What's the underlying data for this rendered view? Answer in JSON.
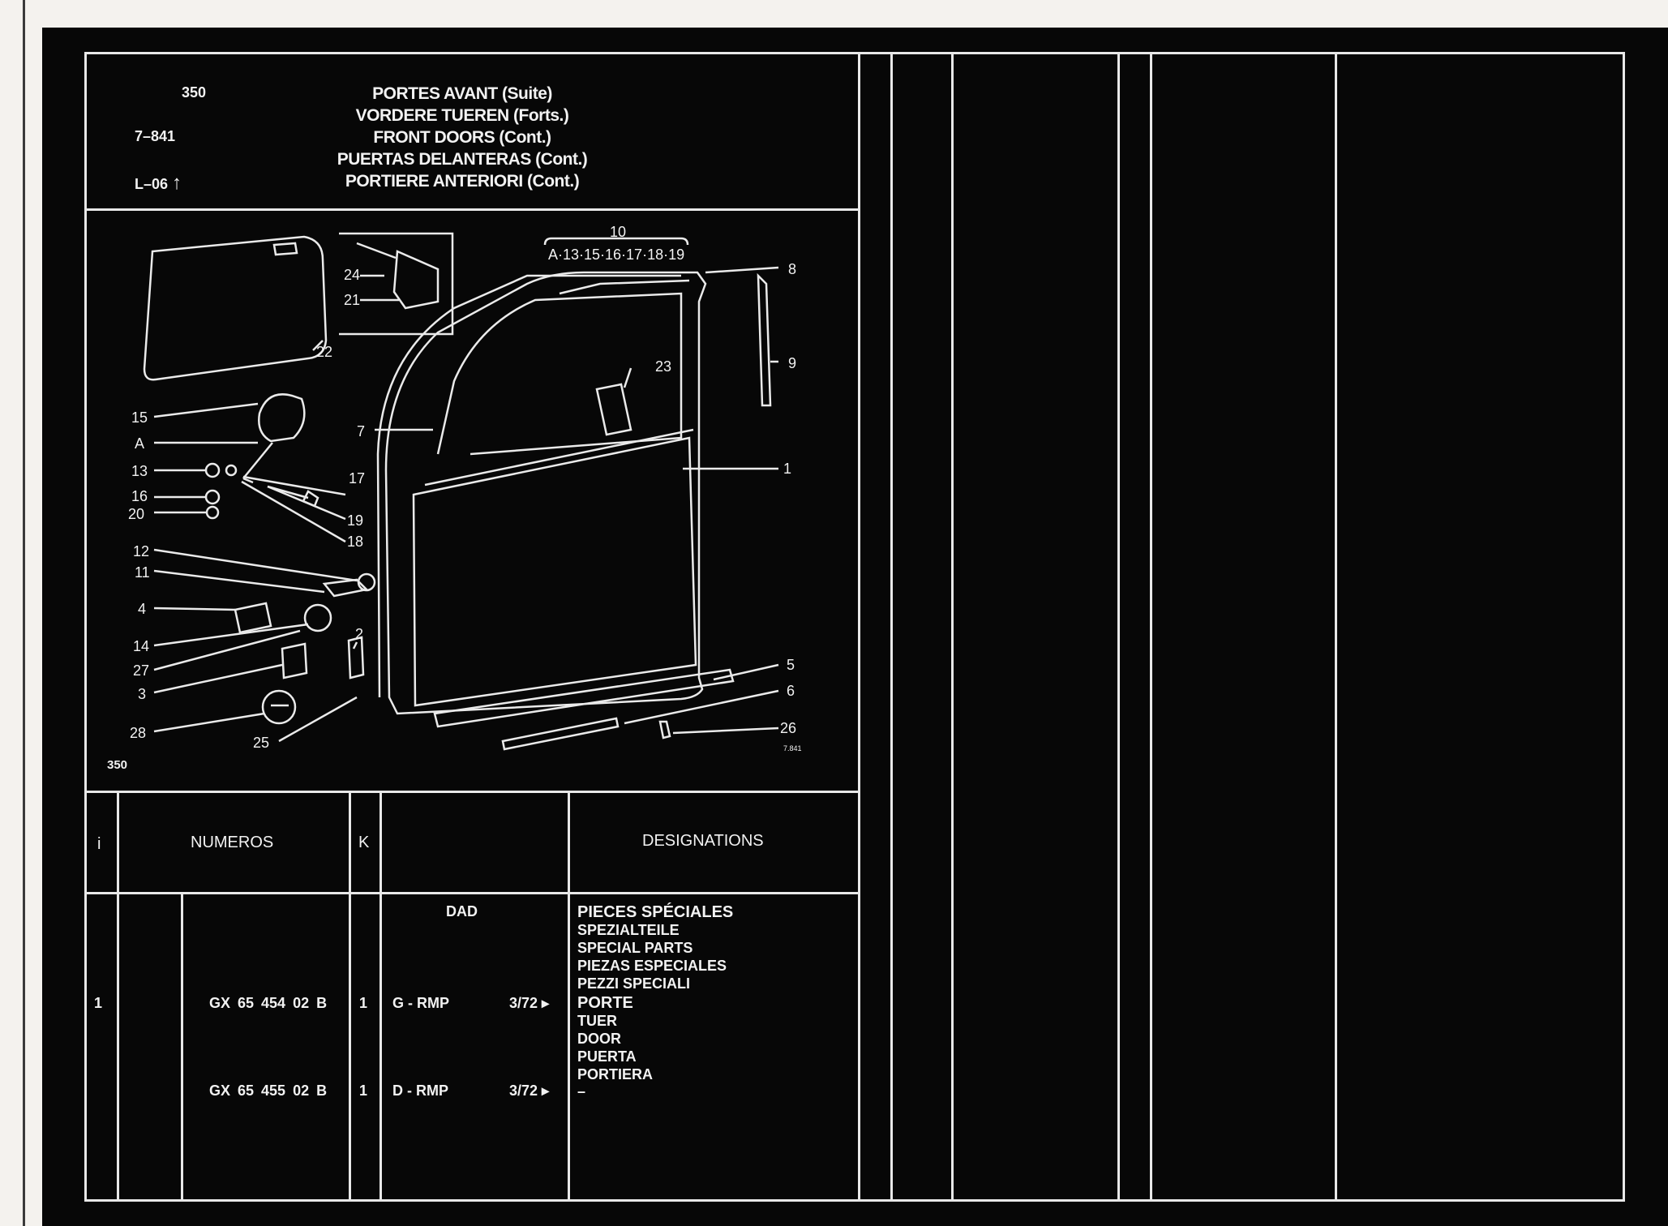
{
  "header": {
    "page_number": "350",
    "group_code": "7–841",
    "location_code": "L–06",
    "location_arrow": "↑",
    "titles": [
      "PORTES AVANT (Suite)",
      "VORDERE TUEREN (Forts.)",
      "FRONT DOORS (Cont.)",
      "PUERTAS DELANTERAS (Cont.)",
      "PORTIERE ANTERIORI (Cont.)"
    ]
  },
  "diagram": {
    "page_ref": "350",
    "plate_ref": "7.841",
    "group_label_10": "10",
    "group_items_10": "A·13·15·16·17·18·19",
    "callouts": [
      "24",
      "21",
      "22",
      "15",
      "A",
      "13",
      "16",
      "20",
      "12",
      "11",
      "4",
      "14",
      "27",
      "3",
      "28",
      "25",
      "2",
      "7",
      "17",
      "19",
      "18",
      "23",
      "8",
      "9",
      "1",
      "5",
      "6",
      "26"
    ]
  },
  "table": {
    "headers": {
      "index": "i",
      "numbers": "NUMEROS",
      "qty": "K",
      "designations": "DESIGNATIONS"
    },
    "section_code": "DAD",
    "section_titles": [
      "PIECES SPÉCIALES",
      "SPEZIALTEILE",
      "SPECIAL PARTS",
      "PIEZAS ESPECIALES",
      "PEZZI SPECIALI"
    ],
    "rows": [
      {
        "index": "1",
        "number": "GX 65 454 02 B",
        "qty": "1",
        "variant": "G - RMP",
        "date": "3/72 ▸",
        "designations": [
          "PORTE",
          "TUER",
          "DOOR",
          "PUERTA",
          "PORTIERA"
        ]
      },
      {
        "index": "",
        "number": "GX 65 455 02 B",
        "qty": "1",
        "variant": "D - RMP",
        "date": "3/72 ▸",
        "designations": [
          "–"
        ]
      }
    ]
  }
}
